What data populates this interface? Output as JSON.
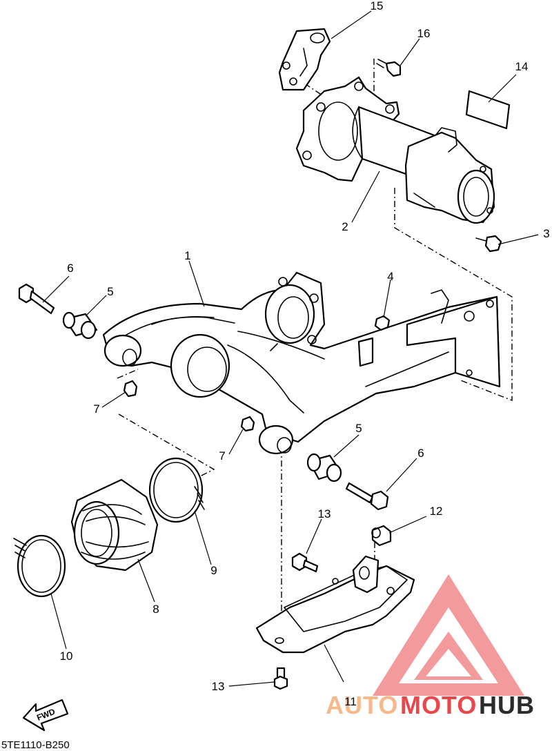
{
  "diagram": {
    "part_numbers": [
      "1",
      "2",
      "3",
      "4",
      "5",
      "5",
      "6",
      "6",
      "7",
      "7",
      "8",
      "9",
      "10",
      "11",
      "12",
      "13",
      "13",
      "14",
      "15",
      "16"
    ],
    "fwd_label": "FWD",
    "drawing_code": "5TE1110-B250"
  },
  "watermark": {
    "text_part1": "AUTO",
    "text_part2": "MOTO",
    "text_part3": "HUB",
    "color_light": "#f7b98c",
    "color_red": "#e8484c",
    "color_dark": "#2b2b2b"
  }
}
